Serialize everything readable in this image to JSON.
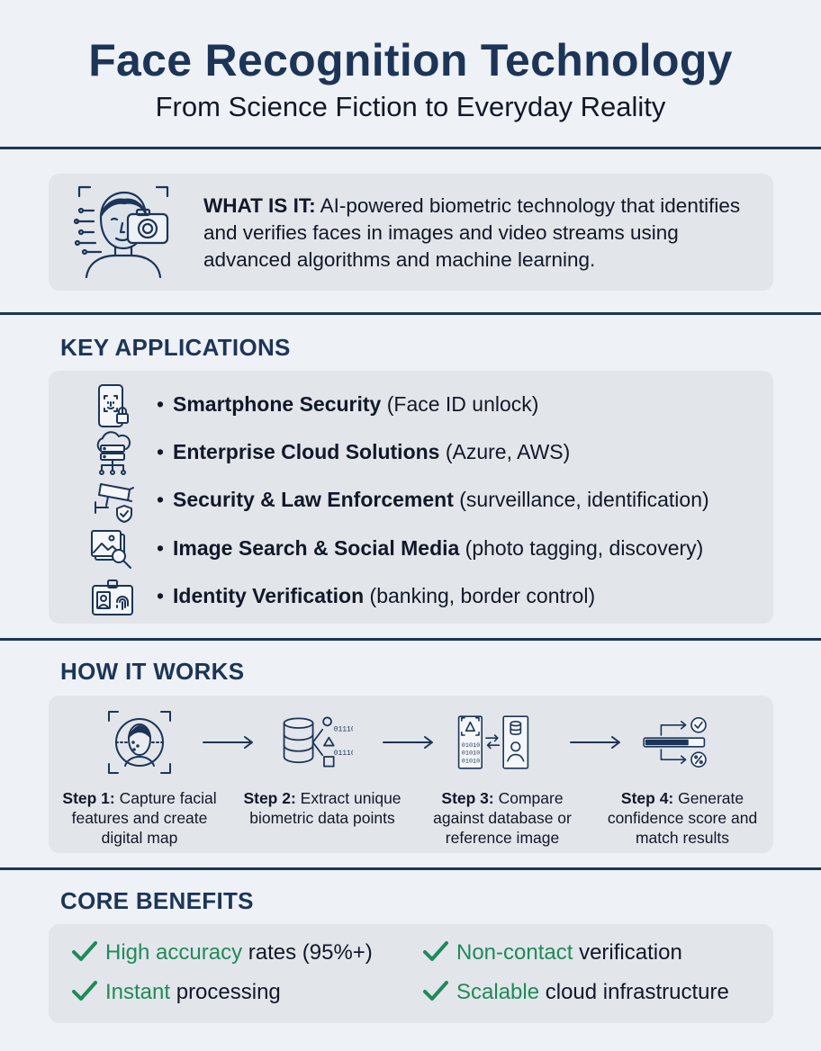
{
  "header": {
    "title": "Face Recognition Technology",
    "subtitle": "From Science Fiction to Everyday Reality"
  },
  "what_is_it": {
    "label": "WHAT IS IT:",
    "text": " AI-powered biometric technology that identifies and verifies faces in images and video streams using advanced algorithms and machine learning.",
    "icon": "face-scan-camera-icon"
  },
  "applications": {
    "title": "KEY APPLICATIONS",
    "items": [
      {
        "strong": "Smartphone Security",
        "detail": " (Face ID unlock)",
        "icon": "smartphone-lock-icon"
      },
      {
        "strong": "Enterprise Cloud Solutions",
        "detail": " (Azure, AWS)",
        "icon": "cloud-server-icon"
      },
      {
        "strong": "Security & Law Enforcement",
        "detail": " (surveillance, identification)",
        "icon": "cctv-camera-shield-icon"
      },
      {
        "strong": "Image Search & Social Media",
        "detail": " (photo tagging, discovery)",
        "icon": "image-search-icon"
      },
      {
        "strong": "Identity Verification",
        "detail": " (banking, border control)",
        "icon": "id-card-fingerprint-icon"
      }
    ]
  },
  "how_it_works": {
    "title": "HOW IT WORKS",
    "steps": [
      {
        "num": "Step 1:",
        "text": " Capture facial features and create digital map",
        "icon": "face-capture-icon"
      },
      {
        "num": "Step 2:",
        "text": " Extract unique biometric data points",
        "icon": "database-extract-icon"
      },
      {
        "num": "Step 3:",
        "text": " Compare against database or reference image",
        "icon": "compare-database-icon"
      },
      {
        "num": "Step 4:",
        "text": " Generate confidence score and match results",
        "icon": "score-results-icon"
      }
    ]
  },
  "benefits": {
    "title": "CORE BENEFITS",
    "items": [
      {
        "hl": "High accuracy",
        "rest": " rates (95%+)"
      },
      {
        "hl": "Non-contact",
        "rest": " verification"
      },
      {
        "hl": "Instant",
        "rest": " processing"
      },
      {
        "hl": "Scalable",
        "rest": " cloud infrastructure"
      }
    ]
  },
  "colors": {
    "navy": "#1c3557",
    "green": "#1f8a5a",
    "card": "#e2e5ea",
    "background": "#eef1f5"
  }
}
